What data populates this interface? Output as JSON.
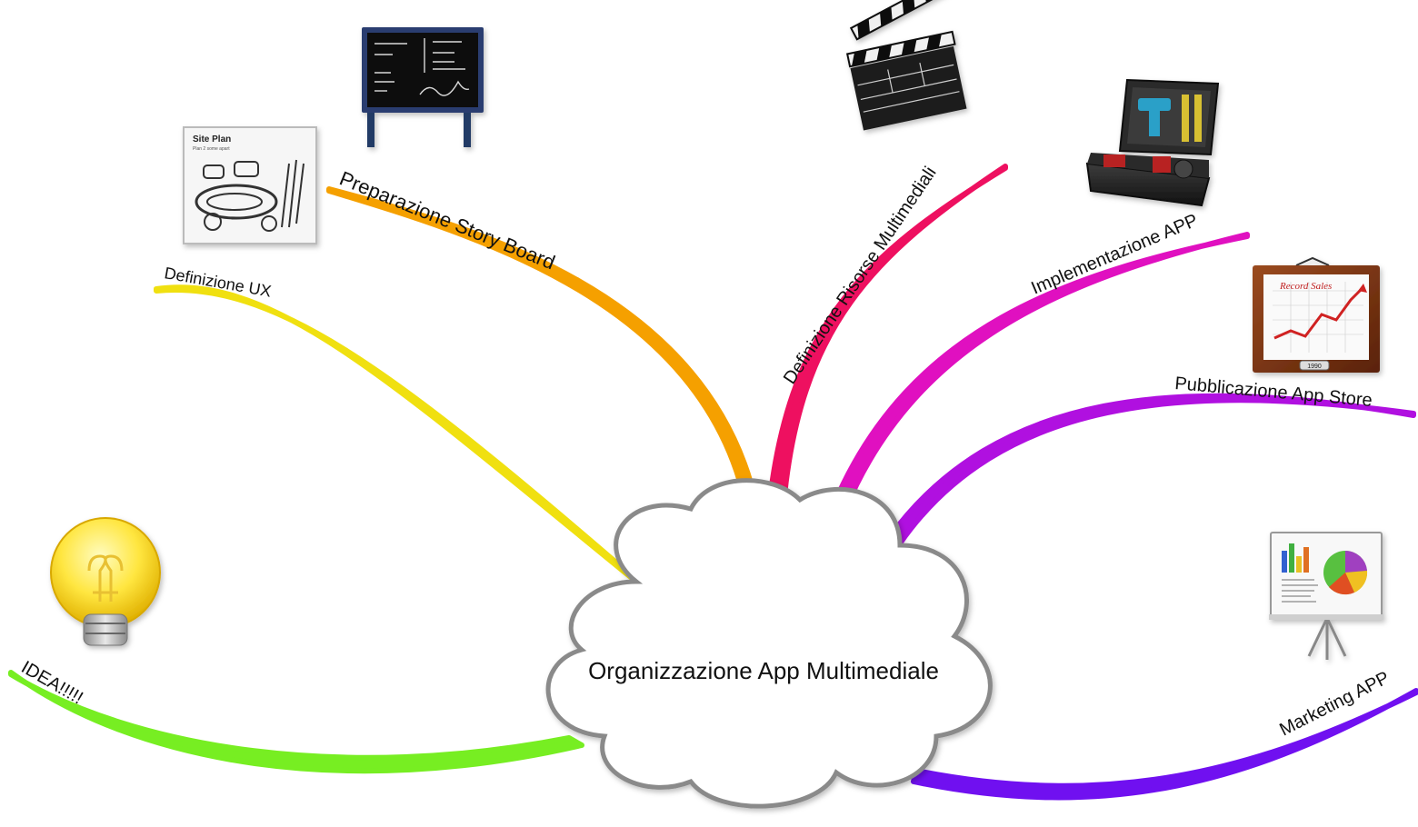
{
  "center": {
    "label": "Organizzazione App Multimediale"
  },
  "branches": [
    {
      "id": "idea",
      "label": "IDEA!!!!!",
      "color": "#77ee22",
      "icon": "lightbulb-icon"
    },
    {
      "id": "ux",
      "label": "Definizione UX",
      "color": "#f0e010",
      "icon": "site-plan-icon",
      "icon_text": {
        "title": "Site Plan",
        "sub": "Plan 2 some apart"
      }
    },
    {
      "id": "storyboard",
      "label": "Preparazione Story Board",
      "color": "#f5a000",
      "icon": "chalkboard-icon"
    },
    {
      "id": "media",
      "label": "Definizione Risorse Multimediali",
      "color": "#ee1060",
      "icon": "clapperboard-icon"
    },
    {
      "id": "impl",
      "label": "Implementazione  APP",
      "color": "#e010c0",
      "icon": "toolbox-icon"
    },
    {
      "id": "publish",
      "label": "Pubblicazione App Store",
      "color": "#b010e0",
      "icon": "sales-chart-icon",
      "icon_text": {
        "title": "Record Sales",
        "year": "1990"
      }
    },
    {
      "id": "marketing",
      "label": "Marketing APP",
      "color": "#7010f0",
      "icon": "presentation-icon"
    }
  ]
}
